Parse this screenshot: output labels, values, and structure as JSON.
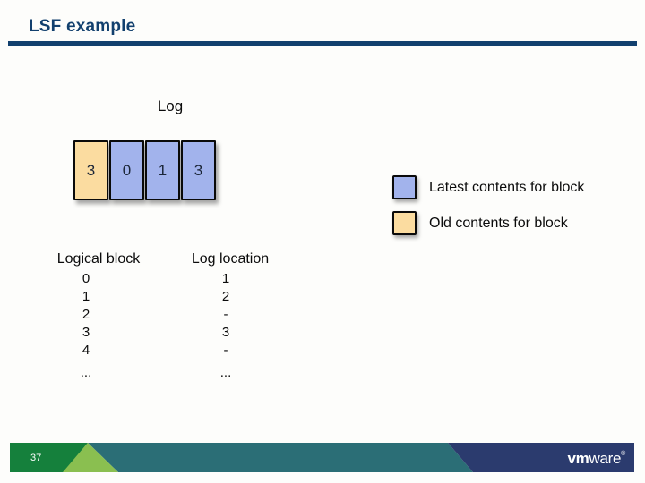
{
  "slide": {
    "title": "LSF example",
    "page_number": "37"
  },
  "colors": {
    "title_navy": "#12406e",
    "block_blue": "#a2b3ec",
    "block_tan": "#fbdca0",
    "footer_dark_green": "#15803c",
    "footer_light_green": "#8abf50",
    "footer_teal": "#2b6e76",
    "footer_navy": "#2b3b6e"
  },
  "log_diagram": {
    "label": "Log",
    "cells": [
      {
        "value": "3",
        "type": "old"
      },
      {
        "value": "0",
        "type": "latest"
      },
      {
        "value": "1",
        "type": "latest"
      },
      {
        "value": "3",
        "type": "latest"
      }
    ]
  },
  "legend": {
    "items": [
      {
        "swatch": "latest",
        "label": "Latest contents for block"
      },
      {
        "swatch": "old",
        "label": "Old contents for block"
      }
    ]
  },
  "table": {
    "headers": [
      "Logical block",
      "Log location"
    ],
    "rows": [
      {
        "logical": "0",
        "log": "1"
      },
      {
        "logical": "1",
        "log": "2"
      },
      {
        "logical": "2",
        "log": "-"
      },
      {
        "logical": "3",
        "log": "3"
      },
      {
        "logical": "4",
        "log": "-"
      },
      {
        "logical": "...",
        "log": "..."
      }
    ]
  },
  "footer": {
    "logo": {
      "bold": "vm",
      "regular": "ware",
      "registered": "®"
    }
  }
}
